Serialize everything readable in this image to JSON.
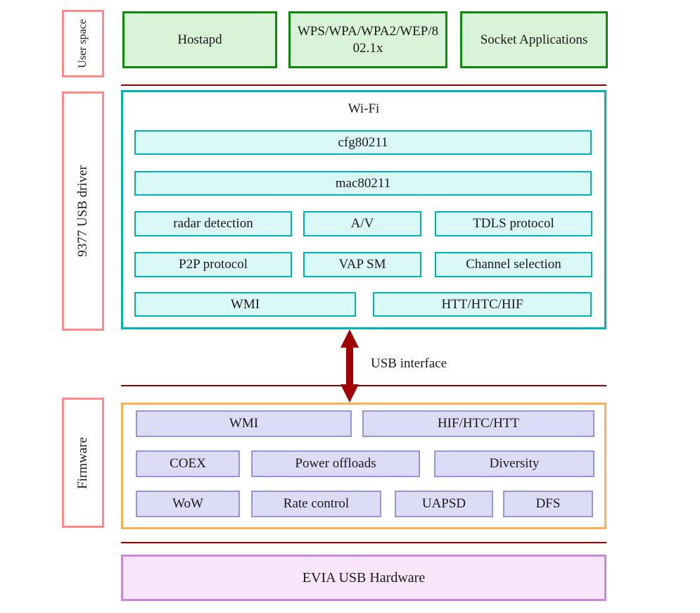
{
  "user_space": {
    "label": "User space",
    "boxes": [
      "Hostapd",
      "WPS/WPA/WPA2/WEP/802.1x",
      "Socket Applications"
    ]
  },
  "driver": {
    "label": "9377 USB driver",
    "title": "Wi-Fi",
    "boxes": [
      "cfg80211",
      "mac80211",
      "radar detection",
      "A/V",
      "TDLS protocol",
      "P2P protocol",
      "VAP SM",
      "Channel selection",
      "WMI",
      "HTT/HTC/HIF"
    ]
  },
  "interface": {
    "label": "USB interface"
  },
  "firmware": {
    "label": "Firmware",
    "boxes": [
      "WMI",
      "HIF/HTC/HTT",
      "COEX",
      "Power offloads",
      "Diversity",
      "WoW",
      "Rate control",
      "UAPSD",
      "DFS"
    ]
  },
  "hardware": {
    "label": "EVIA USB Hardware"
  },
  "colors": {
    "user_space_border": "#0b8a0b",
    "user_space_fill": "#d9f3d9",
    "side_label_border": "#ff8a8a",
    "driver_border": "#00b3b3",
    "driver_box_fill": "#dbf8f8",
    "firmware_border": "#ffaf52",
    "firmware_box_border": "#9595dc",
    "firmware_box_fill": "#dcdcf7",
    "hardware_border": "#cd87d8",
    "hardware_fill": "#f8e5fa",
    "separator": "#8b0000",
    "arrow": "#a00000"
  }
}
